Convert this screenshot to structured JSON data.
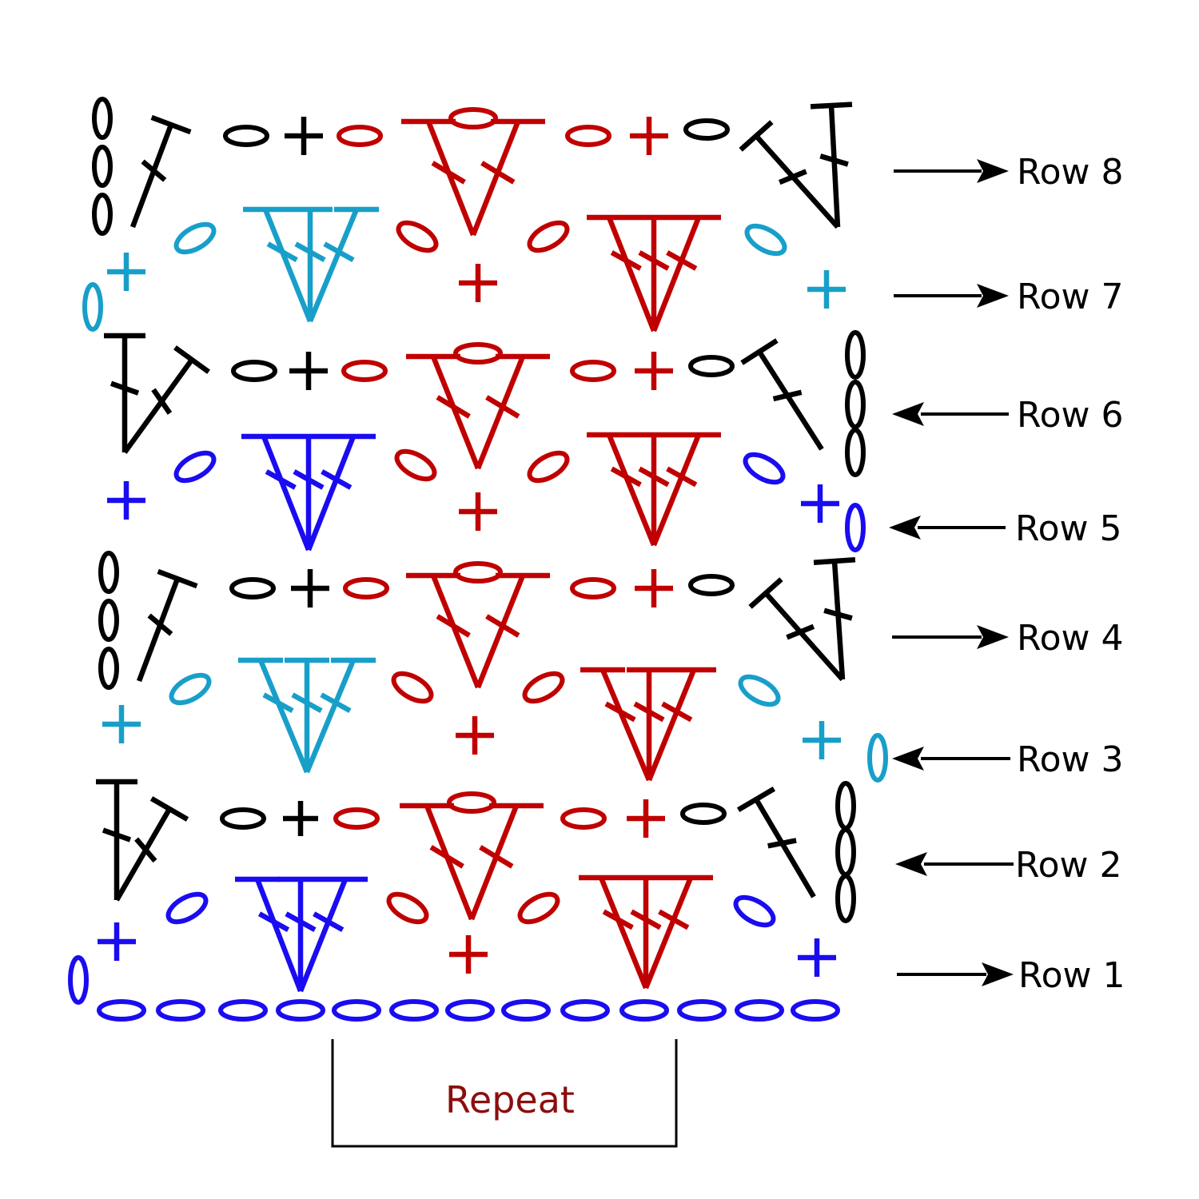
{
  "diagram": {
    "rows": [
      {
        "label": "Row 1",
        "direction": "right"
      },
      {
        "label": "Row 2",
        "direction": "left"
      },
      {
        "label": "Row 3",
        "direction": "left"
      },
      {
        "label": "Row 4",
        "direction": "right"
      },
      {
        "label": "Row 5",
        "direction": "left"
      },
      {
        "label": "Row 6",
        "direction": "left"
      },
      {
        "label": "Row 7",
        "direction": "right"
      },
      {
        "label": "Row 8",
        "direction": "right"
      }
    ],
    "repeat_label": "Repeat",
    "colors": {
      "blue": "#1a0cf0",
      "cyan": "#189fc9",
      "black": "#000000",
      "red": "#c00000",
      "repeat_text": "#8b0e0e"
    },
    "symbol_types": [
      "chain",
      "single-crochet",
      "double-crochet",
      "treble-crochet",
      "v-stitch",
      "shell"
    ]
  }
}
